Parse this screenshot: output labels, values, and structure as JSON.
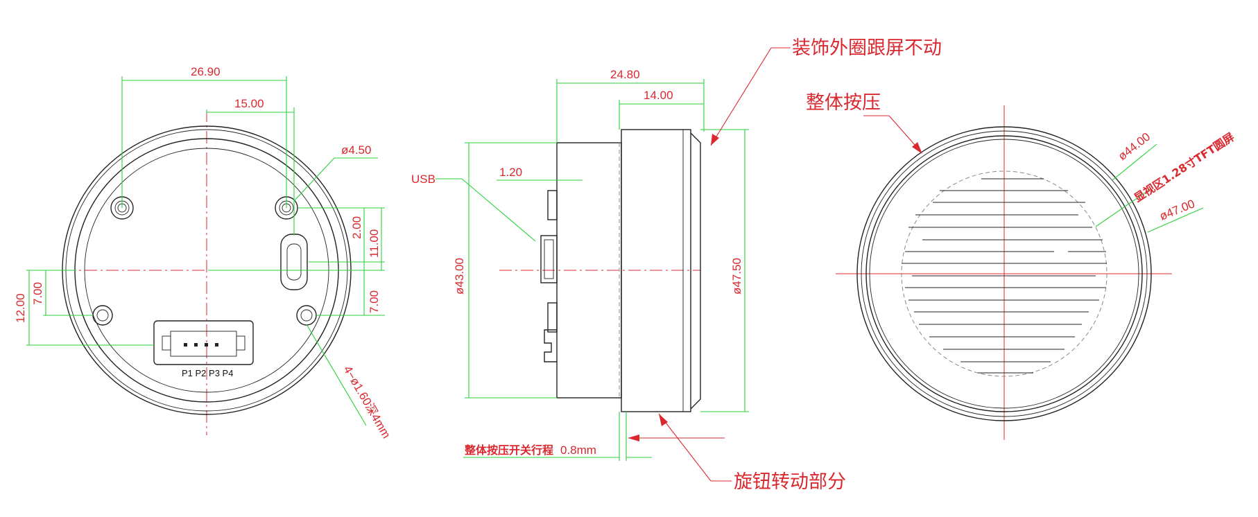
{
  "back_view": {
    "dim_width": "26.90",
    "dim_usb_offset": "15.00",
    "dim_hole_dia": "ø4.50",
    "dim_right_upper": "2.00",
    "dim_right_total": "11.00",
    "dim_right_lower": "7.00",
    "dim_left_total": "12.00",
    "dim_left_upper": "7.00",
    "dim_mount_holes": "4−ø1.60深4mm",
    "connector_pins": "P1 P2 P3 P4"
  },
  "side_view": {
    "dim_total_depth": "24.80",
    "dim_front_depth": "14.00",
    "dim_usb_protrusion": "1.20",
    "label_usb": "USB",
    "dim_back_dia": "ø43.00",
    "dim_front_dia": "ø47.50",
    "label_bezel": "装饰外圈跟屏不动",
    "label_press_travel": "整体按压开关行程",
    "label_press_travel_value": "0.8mm",
    "label_rotary": "旋钮转动部分"
  },
  "front_view": {
    "label_press": "整体按压",
    "dim_display_dia": "ø44.00",
    "label_display_area": "显视区1.28寸TFT圆屏",
    "dim_outer_dia": "ø47.00"
  }
}
